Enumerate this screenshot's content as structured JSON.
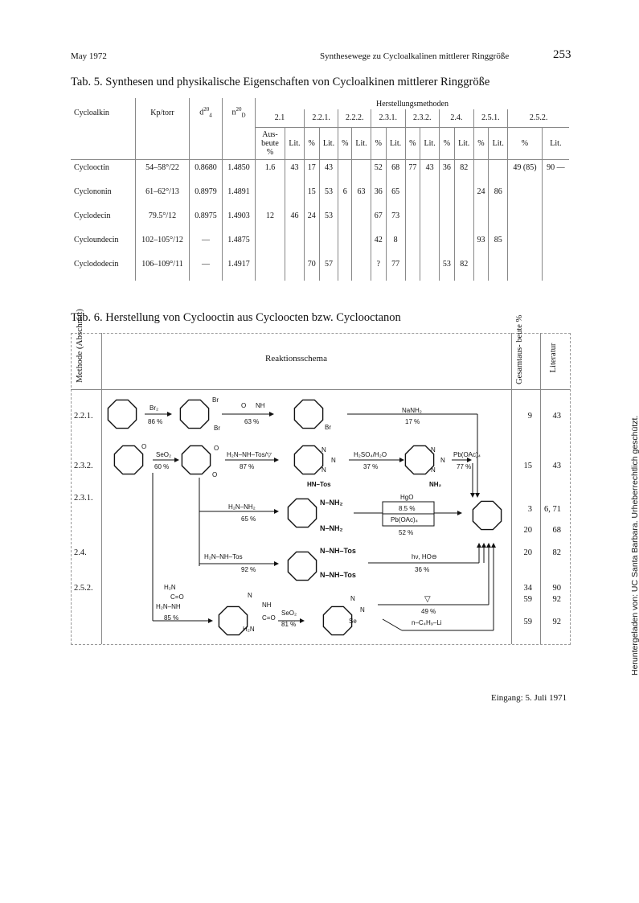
{
  "header": {
    "date": "May 1972",
    "running_title": "Synthesewege zu Cycloalkalinen mittlerer Ringgröße",
    "page_number": "253"
  },
  "table5": {
    "caption": "Tab. 5. Synthesen und physikalische Eigenschaften von Cycloalkinen mittlerer Ringgröße",
    "col_cycloalkin": "Cycloalkin",
    "col_kp": "Kp/torr",
    "col_d": "d",
    "col_d_sup": "20",
    "col_d_sub": "4",
    "col_n": "n",
    "col_n_sup": "20",
    "col_n_sub": "D",
    "methods_title": "Herstellungsmethoden",
    "methods": [
      "2.1",
      "2.2.1.",
      "2.2.2.",
      "2.3.1.",
      "2.3.2.",
      "2.4.",
      "2.5.1.",
      "2.5.2."
    ],
    "sub_ausbeute": "Aus- beute %",
    "sub_pct": "%",
    "sub_lit": "Lit.",
    "rows": [
      [
        "Cyclooctin",
        "54–58°/22",
        "0.8680",
        "1.4850",
        "1.6",
        "43",
        "17",
        "43",
        "",
        "",
        "52",
        "68",
        "77",
        "43",
        "36",
        "82",
        "",
        "",
        "49 (85)",
        "90 —"
      ],
      [
        "Cyclononin",
        "61–62°/13",
        "0.8979",
        "1.4891",
        "",
        "",
        "15",
        "53",
        "6",
        "63",
        "36",
        "65",
        "",
        "",
        "",
        "",
        "24",
        "86",
        "",
        ""
      ],
      [
        "Cyclodecin",
        "79.5°/12",
        "0.8975",
        "1.4903",
        "12",
        "46",
        "24",
        "53",
        "",
        "",
        "67",
        "73",
        "",
        "",
        "",
        "",
        "",
        "",
        "",
        ""
      ],
      [
        "Cycloundecin",
        "102–105°/12",
        "—",
        "1.4875",
        "",
        "",
        "",
        "",
        "",
        "",
        "42",
        "8",
        "",
        "",
        "",
        "",
        "93",
        "85",
        "",
        ""
      ],
      [
        "Cyclododecin",
        "106–109°/11",
        "—",
        "1.4917",
        "",
        "",
        "70",
        "57",
        "",
        "",
        "?",
        "77",
        "",
        "",
        "53",
        "82",
        "",
        "",
        "",
        ""
      ]
    ]
  },
  "table6": {
    "caption": "Tab. 6. Herstellung von Cyclooctin aus Cycloocten bzw. Cyclooctanon",
    "col_method": "Methode (Abschnitt)",
    "col_scheme": "Reaktionsschema",
    "col_yield": "Gesamtaus- beute %",
    "col_lit": "Literatur",
    "methods": [
      "2.2.1.",
      "2.3.2.",
      "2.3.1.",
      "2.4.",
      "2.5.2."
    ],
    "yields": [
      "9",
      "15",
      "3",
      "20",
      "20",
      "34",
      "59",
      "59"
    ],
    "lits": [
      "43",
      "43",
      "6, 71",
      "68",
      "82",
      "90",
      "92",
      "92"
    ],
    "scheme": {
      "br2": "Br₂",
      "y86": "86 %",
      "br": "Br",
      "morph_nh": "NH",
      "morph_o": "O",
      "y63": "63 %",
      "nanh2": "NaNH₂",
      "y17": "17 %",
      "o": "O",
      "seo2": "SeO₂",
      "y60": "60 %",
      "tosh": "H₂N–NH–Tos/▽",
      "y87": "87 %",
      "n": "N",
      "hntos": "HN–Tos",
      "h2so4": "H₂SO₄/H₂O",
      "y37": "37 %",
      "pboac": "Pb(OAc)₄",
      "y77": "77 %",
      "nh2": "NH₂",
      "h2nnh2": "H₂N–NH₂",
      "y65": "65 %",
      "nnh2": "N–NH₂",
      "hgo": "HgO",
      "y85b": "8.5 %",
      "y52": "52 %",
      "h2nnhtos": "H₂N–NH–Tos",
      "y92": "92 %",
      "nnhtos": "N–NH–Tos",
      "hv": "hν, HO⊖",
      "y36": "36 %",
      "semi_h2n": "H₂N",
      "semi_co": "C=O",
      "semi_h2nnh": "H₂N–NH",
      "y85": "85 %",
      "nh": "NH",
      "h2n": "H₂N",
      "seo2b": "SeO₂",
      "y81": "81 %",
      "se": "Se",
      "heat": "▽",
      "y49": "49 %",
      "buli": "n–C₄H₉–Li"
    }
  },
  "footer": {
    "received": "Eingang: 5. Juli 1971"
  },
  "watermark": "Heruntergeladen von: UC Santa Barbara. Urheberrechtlich geschützt."
}
